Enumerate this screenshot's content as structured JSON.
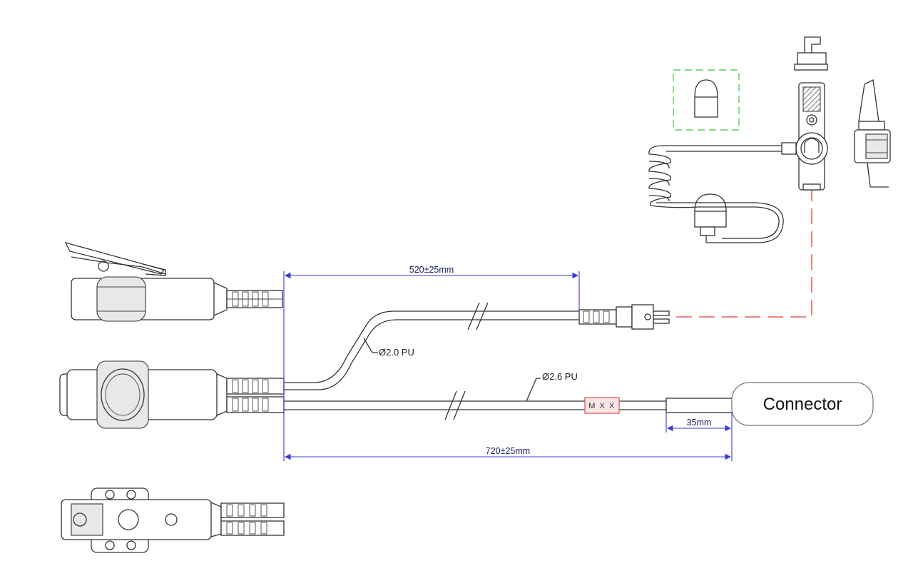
{
  "dimensions": {
    "top_cable_length": "520±25mm",
    "main_cable_length": "720±25mm",
    "connector_offset": "35mm"
  },
  "cables": {
    "earphone_cable": "Ø2.0 PU",
    "main_cable": "Ø2.6 PU"
  },
  "marker_label": "M X X",
  "connector_label": "Connector",
  "colors": {
    "dimension_line": "#3a3ad6",
    "assembly_dash": "#e0413a",
    "marker_outline": "#e05a5a",
    "eartip_box": "#5ccd5c"
  }
}
